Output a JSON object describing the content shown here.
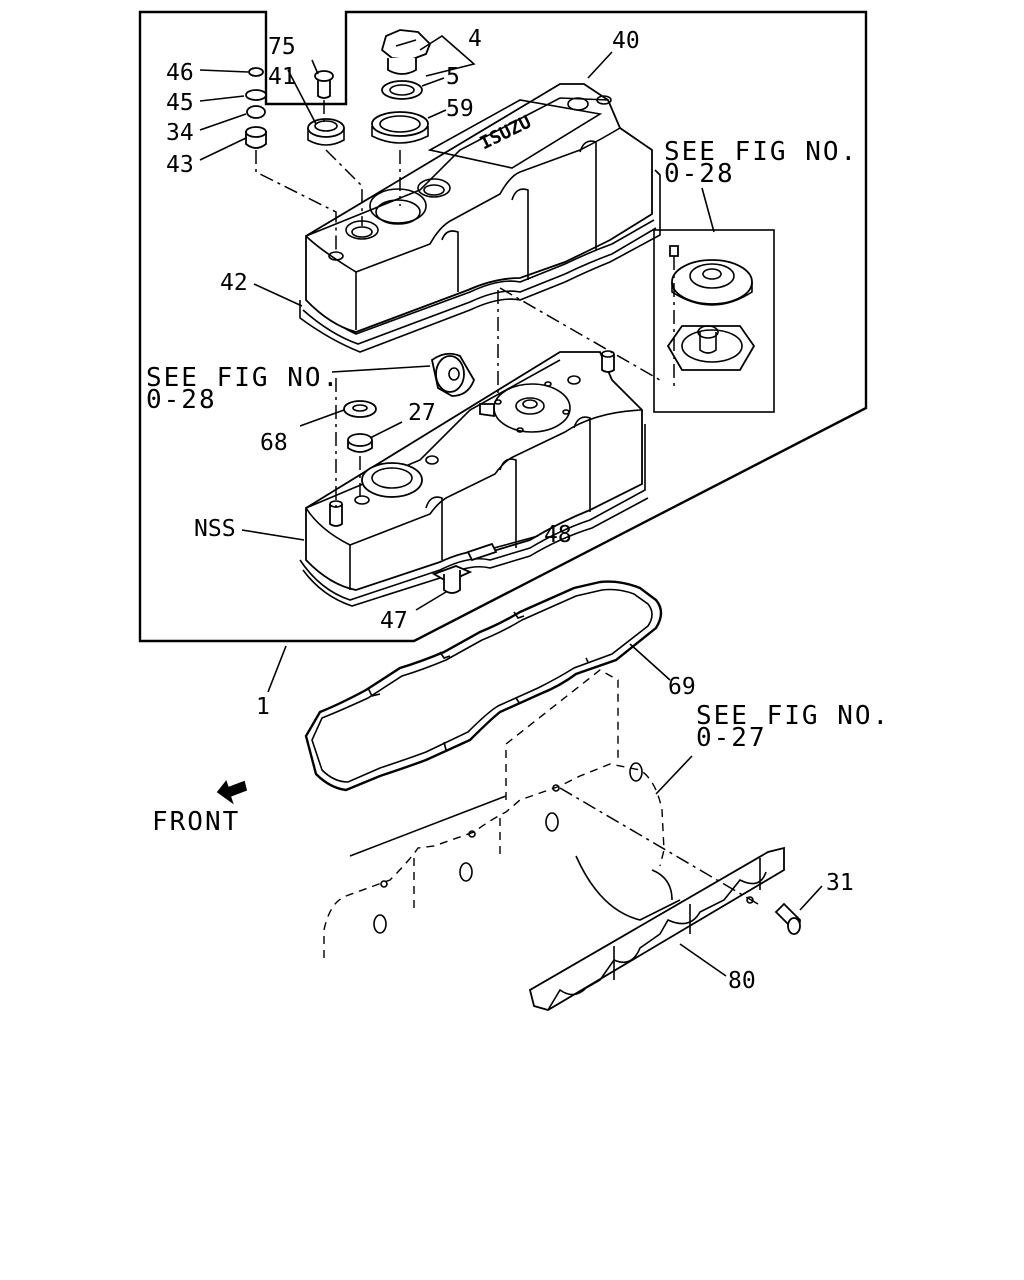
{
  "callouts": {
    "c1": "1",
    "c4": "4",
    "c5": "5",
    "c27": "27",
    "c31": "31",
    "c34": "34",
    "c40": "40",
    "c41": "41",
    "c42": "42",
    "c43": "43",
    "c45": "45",
    "c46": "46",
    "c47": "47",
    "c48": "48",
    "c59": "59",
    "c68": "68",
    "c69": "69",
    "c75": "75",
    "c80": "80",
    "nss": "NSS"
  },
  "references": {
    "fig028_a_line1": "SEE FIG NO.",
    "fig028_a_line2": "0-28",
    "fig028_b_line1": "SEE FIG NO.",
    "fig028_b_line2": "0-28",
    "fig027_line1": "SEE FIG NO.",
    "fig027_line2": "0-27"
  },
  "orientation": {
    "front_label": "FRONT"
  },
  "branding": {
    "cover_logo": "ISUZU"
  }
}
